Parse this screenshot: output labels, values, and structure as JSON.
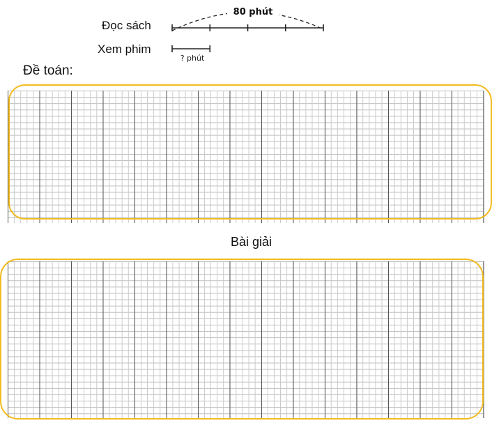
{
  "diagram": {
    "reading_label": "Đọc sách",
    "movie_label": "Xem phim",
    "reading_total": "80 phút",
    "movie_unknown": "? phút",
    "reading_segments": 4,
    "movie_segments": 1
  },
  "problem": {
    "heading": "Đề toán:"
  },
  "solution": {
    "heading": "Bài giải"
  },
  "colors": {
    "frame_border": "#f2bb1f",
    "grid_major": "#555555",
    "grid_minor": "#c9c9c9"
  }
}
